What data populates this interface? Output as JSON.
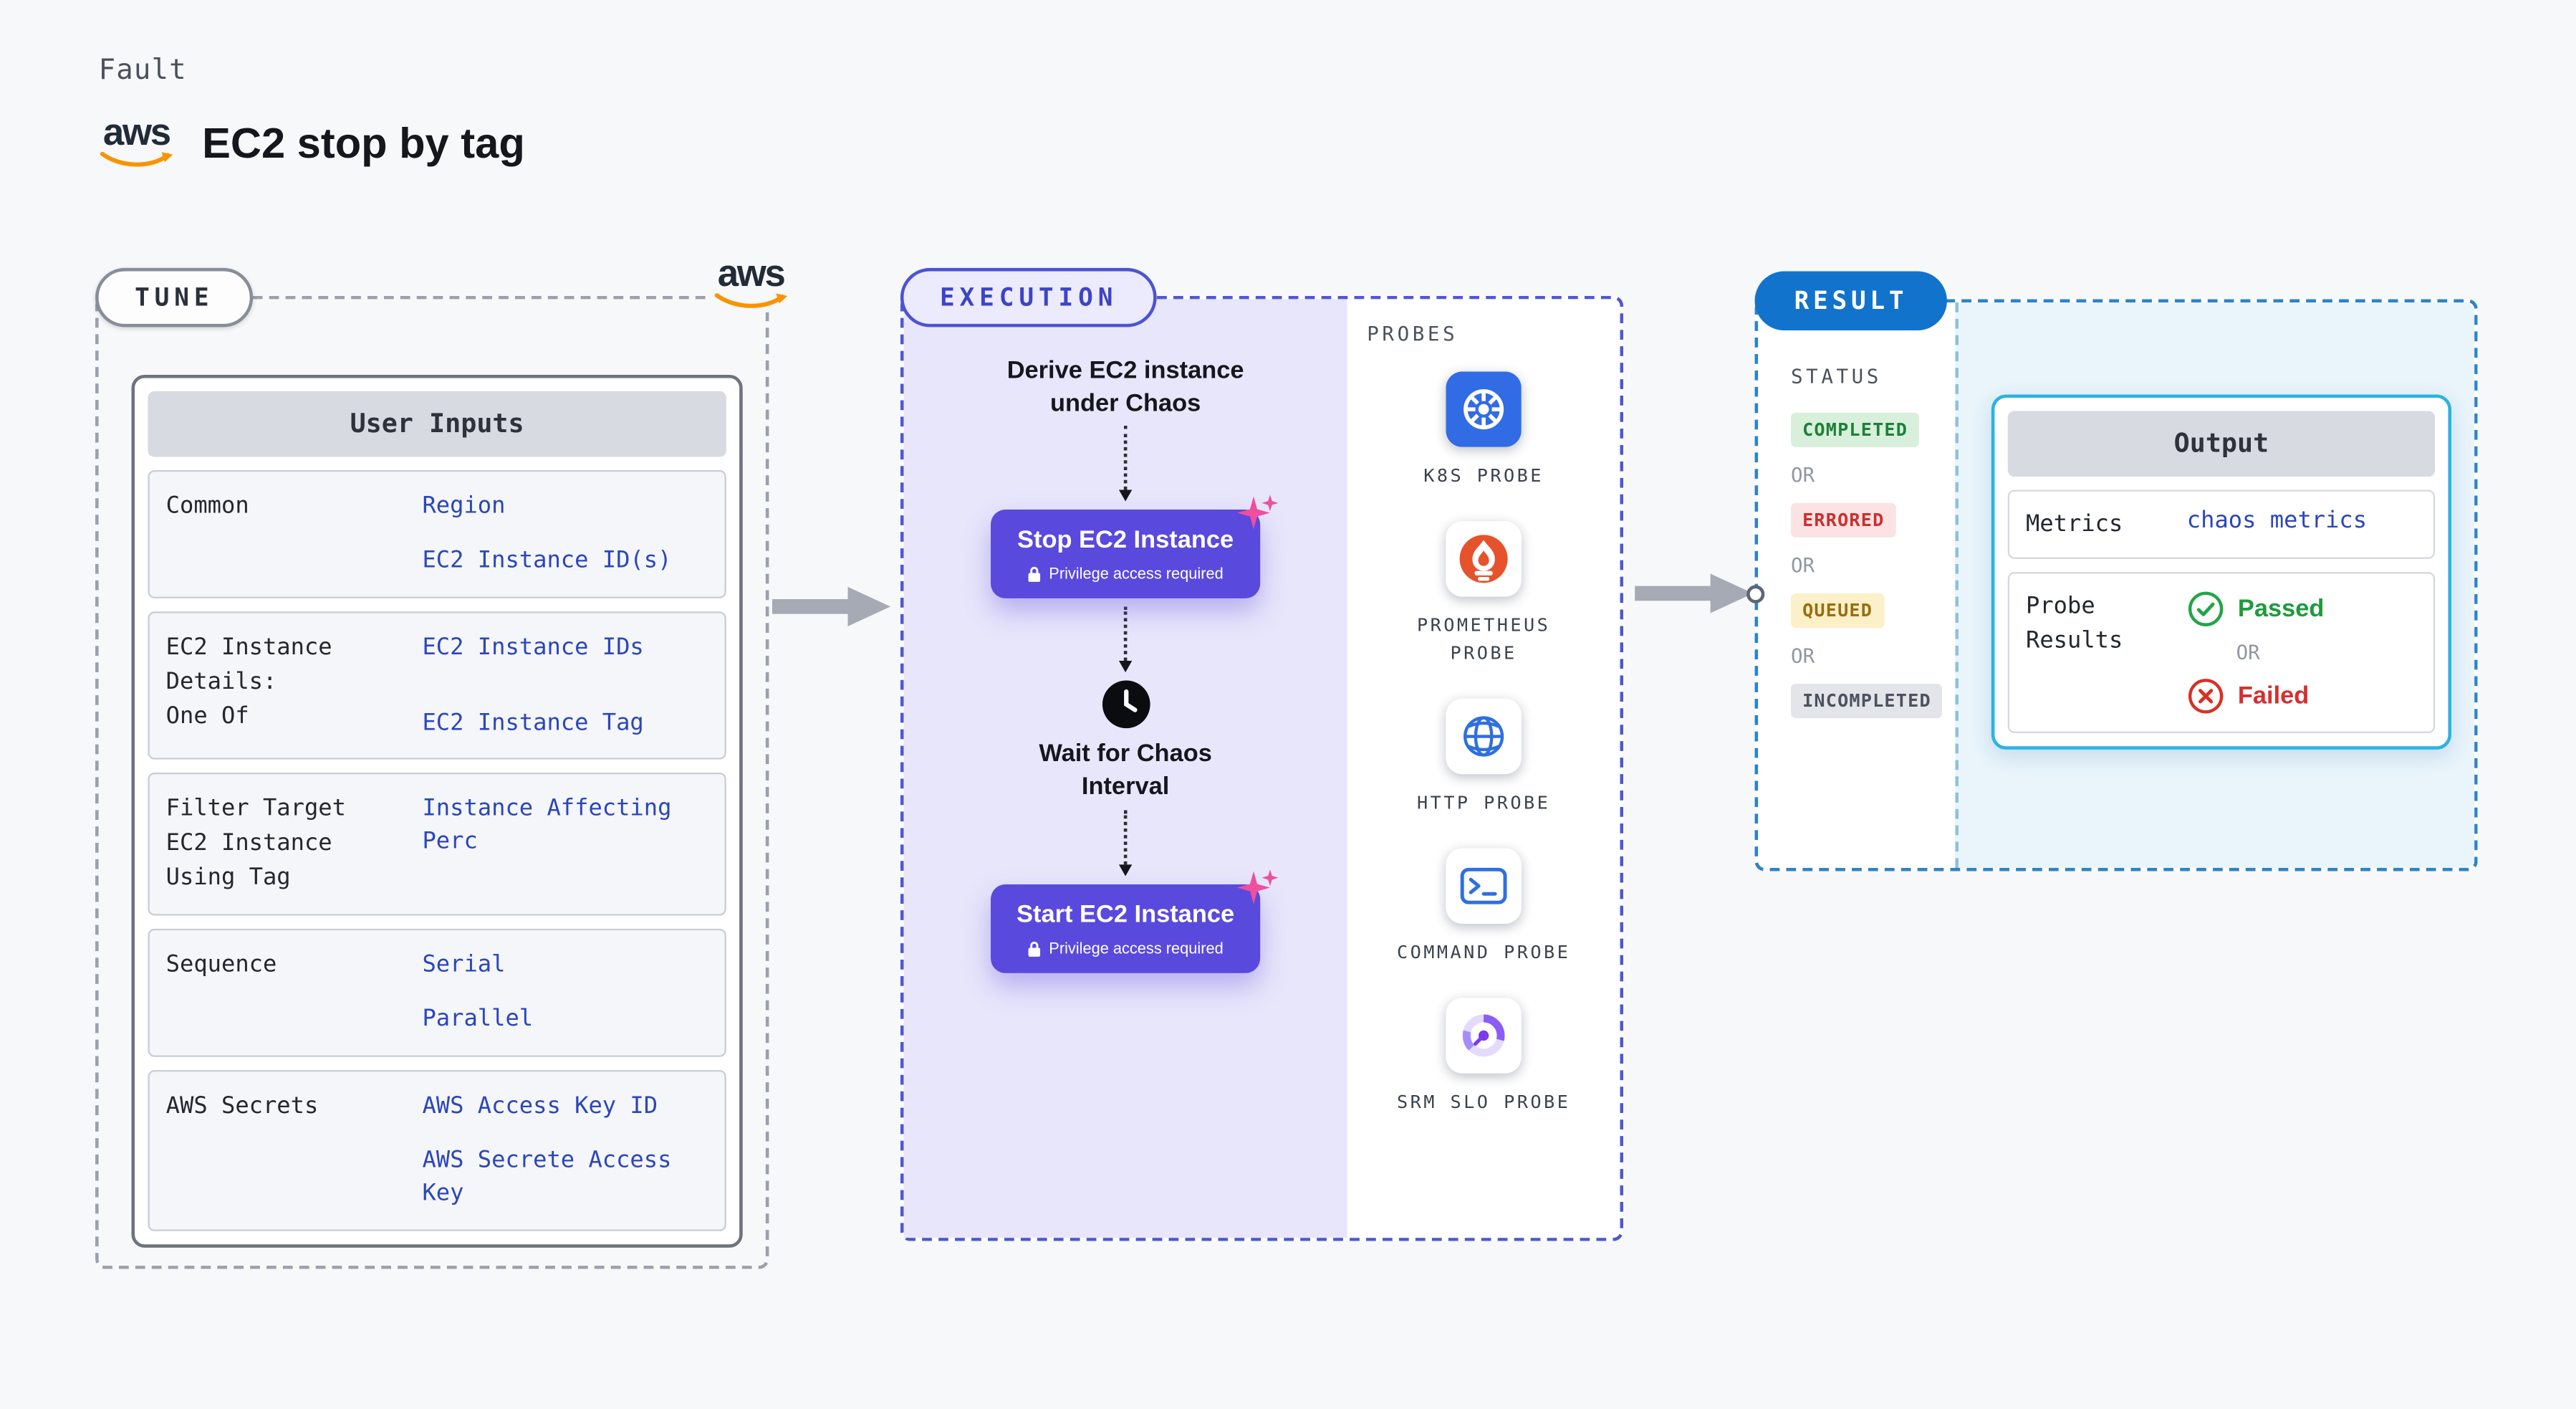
{
  "brand": {
    "aws_text": "aws"
  },
  "page": {
    "kicker": "Fault",
    "title": "EC2 stop by tag"
  },
  "tune": {
    "label": "TUNE",
    "card_title": "User Inputs",
    "rows": [
      {
        "label": "Common",
        "values": [
          "Region",
          "EC2 Instance ID(s)"
        ]
      },
      {
        "label": "EC2 Instance\nDetails:\nOne Of",
        "values": [
          "EC2 Instance IDs",
          "EC2 Instance Tag"
        ]
      },
      {
        "label": "Filter Target\nEC2 Instance\nUsing Tag",
        "values": [
          "Instance Affecting Perc"
        ]
      },
      {
        "label": "Sequence",
        "values": [
          "Serial",
          "Parallel"
        ]
      },
      {
        "label": "AWS Secrets",
        "values": [
          "AWS Access Key ID",
          "AWS Secrete Access Key"
        ]
      }
    ]
  },
  "execution": {
    "label": "EXECUTION",
    "derive_text": "Derive EC2 instance under Chaos",
    "stop": {
      "title": "Stop EC2 Instance",
      "note": "Privilege access required"
    },
    "wait_text": "Wait for Chaos Interval",
    "start": {
      "title": "Start EC2 Instance",
      "note": "Privilege access required"
    },
    "probes": {
      "label": "PROBES",
      "items": [
        {
          "name": "K8S PROBE"
        },
        {
          "name": "PROMETHEUS PROBE"
        },
        {
          "name": "HTTP PROBE"
        },
        {
          "name": "COMMAND PROBE"
        },
        {
          "name": "SRM SLO PROBE"
        }
      ]
    }
  },
  "result": {
    "label": "RESULT",
    "status_label": "STATUS",
    "or_label": "OR",
    "statuses": [
      {
        "text": "COMPLETED",
        "kind": "completed"
      },
      {
        "text": "ERRORED",
        "kind": "errored"
      },
      {
        "text": "QUEUED",
        "kind": "queued"
      },
      {
        "text": "INCOMPLETED",
        "kind": "incompleted"
      }
    ],
    "output": {
      "title": "Output",
      "metrics_label": "Metrics",
      "metrics_value": "chaos metrics",
      "probe_results_label": "Probe Results",
      "passed_label": "Passed",
      "failed_label": "Failed"
    }
  },
  "colors": {
    "aws_orange": "#f79400",
    "execution_accent": "#4d53d2",
    "node_indigo": "#5a49dd",
    "result_blue": "#1273cc",
    "output_border_cyan": "#2db2e2",
    "link_blue": "#2b46bb",
    "passed_green": "#1e9b3c",
    "failed_red": "#d62f2f",
    "badge_completed_bg": "#d8efdc",
    "badge_errored_bg": "#fbe3e3",
    "badge_queued_bg": "#fcf0c8",
    "badge_incompleted_bg": "#e3e5ea",
    "sparkle_pink": "#ee4f9e"
  }
}
